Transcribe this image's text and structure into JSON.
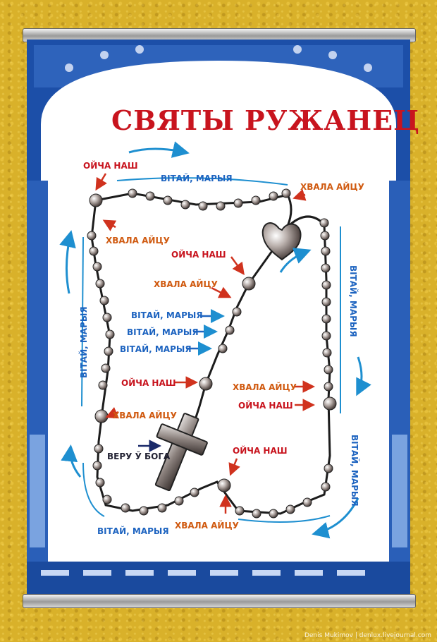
{
  "poster": {
    "title": "СВЯТЫ РУЖАНЕЦ",
    "labels": {
      "our_father": "ОЙЧА НАШ",
      "glory": "ХВАЛА АЙЦУ",
      "hail_mary": "ВІТАЙ, МАРЫЯ",
      "creed": "ВЕРУ Ў БОГА"
    }
  },
  "photo_credit": "Denis Mukimov | denlux.livejournal.com",
  "colors": {
    "wall": "#d9b12a",
    "poster_blue": "#1c4fa8",
    "title_red": "#c8141e",
    "label_orange": "#d05a10",
    "arrow_blue": "#1e8fd0",
    "bead": "#9a8f8a"
  }
}
